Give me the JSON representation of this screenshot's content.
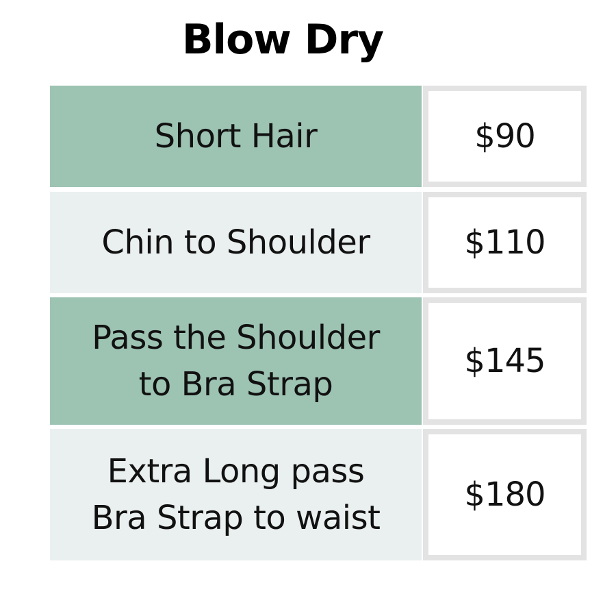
{
  "title": "Blow Dry",
  "colors": {
    "row_green": "#9dc3b3",
    "row_light": "#eaf0ef",
    "price_border": "#e3e3e3"
  },
  "rows": [
    {
      "label": "Short Hair",
      "price": "$90"
    },
    {
      "label": "Chin to Shoulder",
      "price": "$110"
    },
    {
      "label": "Pass the Shoulder\nto Bra Strap",
      "price": "$145"
    },
    {
      "label": "Extra Long pass\nBra Strap to waist",
      "price": "$180"
    }
  ]
}
